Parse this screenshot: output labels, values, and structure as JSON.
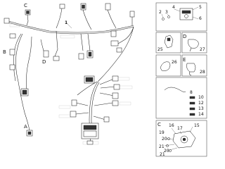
{
  "diagram": {
    "main_harness_label": "1",
    "section_letters": {
      "A": "A",
      "B": "B",
      "C": "C",
      "D": "D",
      "E": "E"
    },
    "right_panel": {
      "box1": {
        "numbers": [
          "2",
          "3",
          "4",
          "5",
          "6"
        ]
      },
      "box2": {
        "letter_top": "D",
        "num_left": "25",
        "num_right": "27"
      },
      "box3": {
        "letter_top": "E",
        "num_left": "26",
        "num_right": "28"
      },
      "box4": {
        "numbers": [
          "8",
          "10",
          "12",
          "13",
          "14"
        ]
      },
      "box5": {
        "letter": "C",
        "numbers": [
          "15",
          "16",
          "17",
          "19",
          "20",
          "21",
          "20",
          "21"
        ]
      }
    }
  }
}
